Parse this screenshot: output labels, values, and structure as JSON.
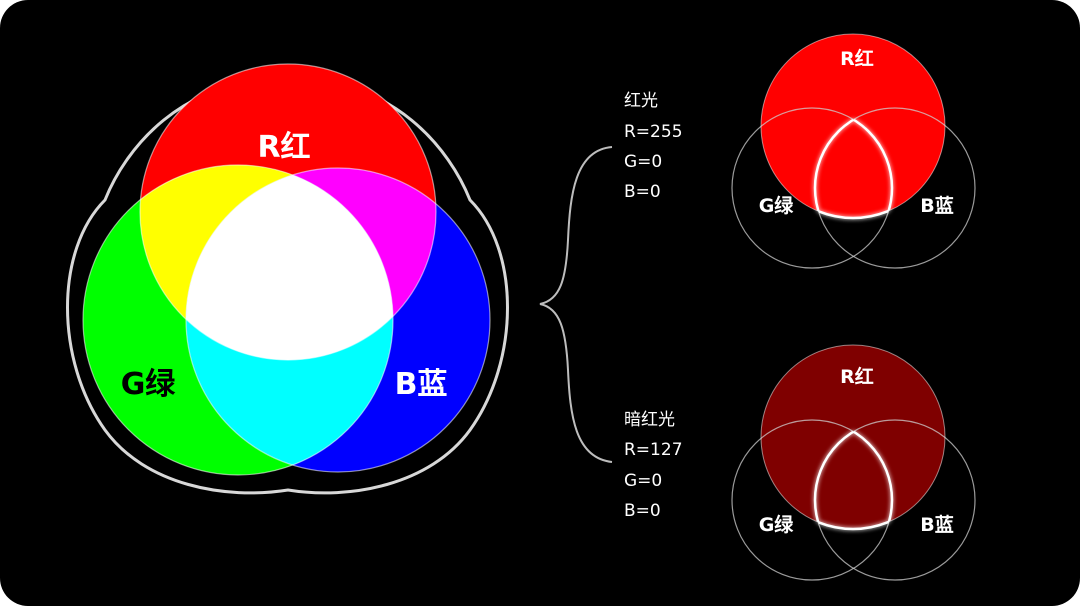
{
  "main_diagram": {
    "labels": {
      "red": "R红",
      "green": "G绿",
      "blue": "B蓝"
    },
    "colors": {
      "red": "#ff0000",
      "green": "#00ff00",
      "blue": "#0000ff",
      "yellow": "#ffff00",
      "magenta": "#ff00ff",
      "cyan": "#00ffff",
      "white": "#ffffff"
    }
  },
  "examples": [
    {
      "title": "红光",
      "r": "R=255",
      "g": "G=0",
      "b": "B=0",
      "color": "#ff0000",
      "labels": {
        "red": "R红",
        "green": "G绿",
        "blue": "B蓝"
      }
    },
    {
      "title": "暗红光",
      "r": "R=127",
      "g": "G=0",
      "b": "B=0",
      "color": "#7f0000",
      "labels": {
        "red": "R红",
        "green": "G绿",
        "blue": "B蓝"
      }
    }
  ]
}
